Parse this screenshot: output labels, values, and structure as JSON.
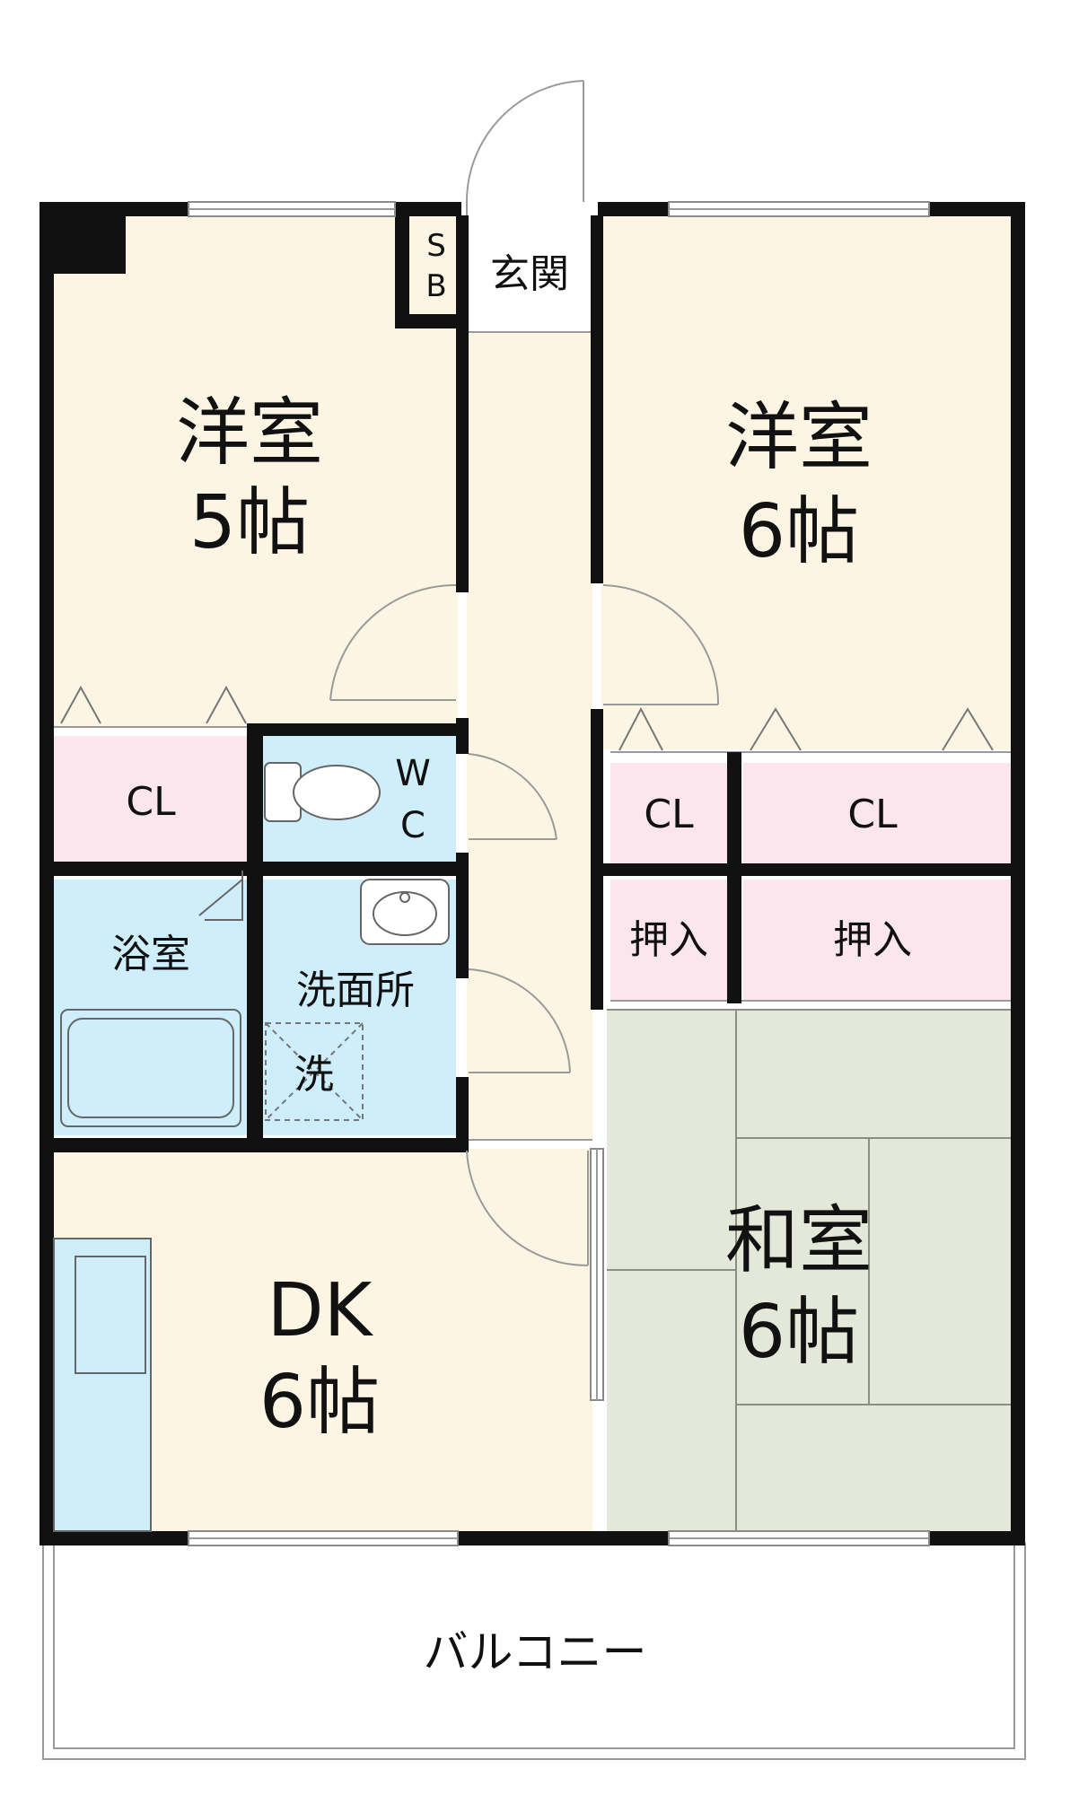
{
  "rooms": {
    "western_left": {
      "name": "洋室",
      "size": "5帖"
    },
    "western_right": {
      "name": "洋室",
      "size": "6帖"
    },
    "japanese": {
      "name": "和室",
      "size": "6帖"
    },
    "dk": {
      "name": "DK",
      "size": "6帖"
    },
    "entrance": "玄関",
    "shoe_box": [
      "S",
      "B"
    ],
    "wc": [
      "W",
      "C"
    ],
    "bath": "浴室",
    "washroom": "洗面所",
    "washer": "洗",
    "closets": {
      "left": "CL",
      "right_1": "CL",
      "right_2": "CL"
    },
    "oshiire": {
      "one": "押入",
      "two": "押入"
    },
    "balcony": "バルコニー"
  },
  "colors": {
    "western_floor": "#fdf5e4",
    "tatami": "#e3e8d8",
    "wet_area": "#cdeefa",
    "closet": "#fce6ee",
    "wall": "#111111"
  }
}
